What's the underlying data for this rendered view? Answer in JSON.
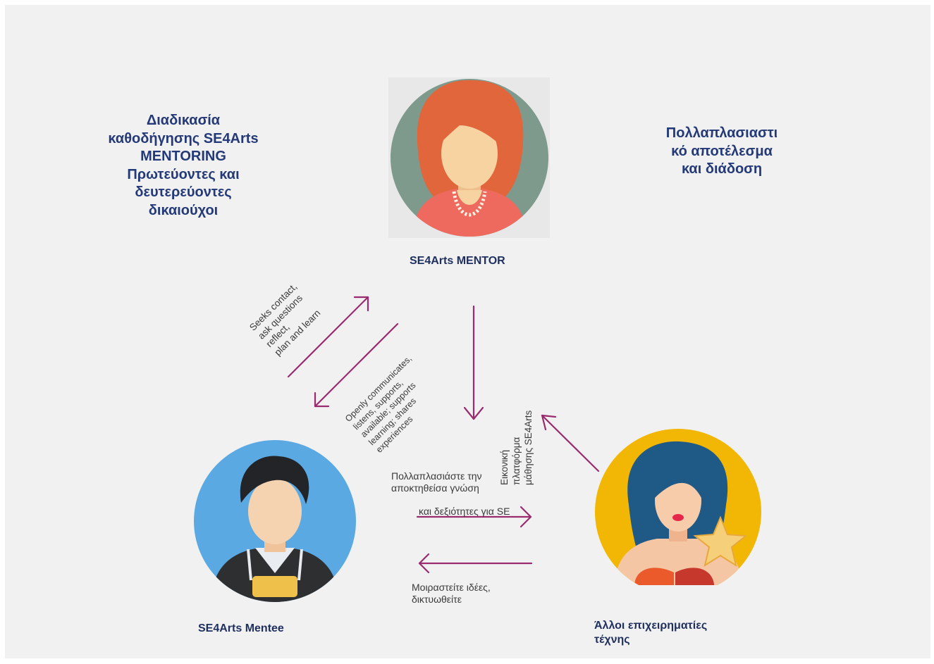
{
  "colors": {
    "background": "#f1f1f2",
    "title_text": "#243a78",
    "arrow": "#9a2b6e",
    "mentor_circle": "#7e9a8d",
    "mentee_circle": "#5ba9e3",
    "other_circle": "#f2b705"
  },
  "left_title": "Διαδικασία\nκαθοδήγησης SE4Arts\nMENTORING\nΠρωτεύοντες και\nδευτερεύοντες\nδικαιούχοι",
  "right_title": "Πολλαπλασιαστι\nκό αποτέλεσμα\nκαι διάδοση",
  "nodes": {
    "mentor": {
      "label": "SE4Arts MENTOR",
      "icon": "woman-avatar-icon"
    },
    "mentee": {
      "label": "SE4Arts Mentee",
      "icon": "young-man-avatar-icon"
    },
    "others": {
      "label": "Άλλοι επιχειρηματίες\nτέχνης",
      "icon": "woman-with-star-icon"
    }
  },
  "notes": {
    "mentee_to_mentor": "Seeks contact,\nask questions\nreflect,\nplan and learn",
    "mentor_to_mentee": "Openly communicates,\nlistens, supports,\navailable; supports\nlearning; shares\nexperiences",
    "multiply": "Πολλαπλασιάστε την\nαποκτηθείσα γνώση",
    "multiply_skills": "και δεξιότητες για SE",
    "platform": "Εικονική\nπλατφόρμα\nμάθησης SE4Arts",
    "share": "Μοιραστείτε ιδέες,\nδικτυωθείτε"
  }
}
